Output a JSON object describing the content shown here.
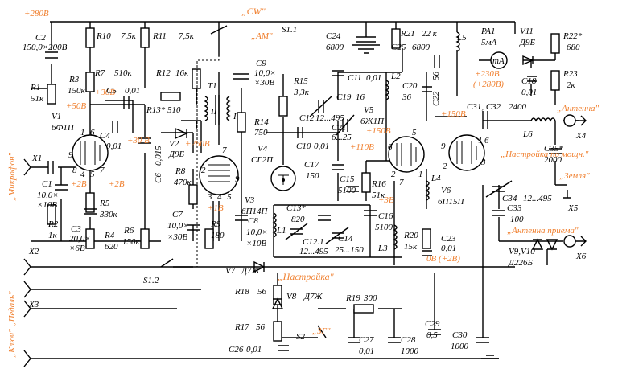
{
  "colors": {
    "ink": "#000000",
    "voltage": "#f08030",
    "background": "#ffffff"
  },
  "voltages": {
    "rail_280": "+280В",
    "v_50": "+50В",
    "v_30": "+30В",
    "v_30b": "+30 В",
    "v_260": "+260В",
    "v_2a": "+2В",
    "v_2b": "+2В",
    "v_1": "+1В",
    "v_110": "+110В",
    "v_150a": "+150В",
    "v_150b": "+150В",
    "v_230": "+230В",
    "v_280b": "(+280В)",
    "v_3": "+3В",
    "v_0": "0В (+2В)"
  },
  "switch_labels": {
    "cw": "„CW\"",
    "am": "„AM\"",
    "tuning": "„Настройка\"",
    "zg": "„ЗГ\"",
    "antenna": "„Антенна\"",
    "tuning_power": "„Настройка по мощн.\"",
    "ground": "„Земля\"",
    "antenna_rx": "„Антенна приема\"",
    "microphone": "„Микрофон\"",
    "key_pedal": "„Ключ\" „Педаль\""
  },
  "components": {
    "C2": "C2",
    "C2v": "150,0×200В",
    "R10": "R10",
    "R10v": "7,5к",
    "R11": "R11",
    "R11v": "7,5к",
    "S11": "S1.1",
    "C24": "C24",
    "C24v": "6800",
    "R21": "R21",
    "R21v": "22 к",
    "C25": "C25",
    "C25v": "6800",
    "L5": "L5",
    "PA1": "PA1",
    "PA1v": "5мА",
    "V11": "V11",
    "V11v": "Д9Б",
    "R22": "R22*",
    "R22v": "680",
    "R23": "R23",
    "R23v": "2к",
    "C18": "C18",
    "C18v": "0,01",
    "R1": "R1",
    "R1v": "51к",
    "R3": "R3",
    "R3v": "150к",
    "R7": "R7",
    "R7v": "510к",
    "C5": "C5",
    "C5v": "0,01",
    "R12": "R12",
    "R12v": "16к",
    "C9": "C9",
    "C9v": "10,0×",
    "C9v2": "×30В",
    "R15": "R15",
    "R15v": "3,3к",
    "C11": "C11",
    "C11v": "0,01",
    "L2": "L2",
    "C20": "C20",
    "C20v": "36",
    "C22": "C22",
    "C22v": "56",
    "C31": "C31, C32",
    "C31v": "2400",
    "V1": "V1",
    "V1v": "6Ф1П",
    "R13": "R13*",
    "R13v": "510",
    "T1": "T1",
    "R14": "R14",
    "R14v": "750",
    "C12": "C12",
    "C12v": "12...495",
    "C19": "C19",
    "C19v": "16",
    "C21": "C21",
    "C21v": "6...25",
    "V5": "V5",
    "V5v": "6Ж1П",
    "L6": "L6",
    "X4": "X4",
    "C4": "C4",
    "C4v": "0,01",
    "V2": "V2",
    "V2v": "Д9Б",
    "C6": "C6",
    "C6v": "0,015",
    "V4": "V4",
    "V4v": "СГ2П",
    "C10": "C10",
    "C10v": "0,01",
    "C35": "C35*",
    "C35v": "2000",
    "X1": "X1",
    "C1": "C1",
    "C1v": "10,0×",
    "C1v2": "×10В",
    "R8": "R8",
    "R8v": "470к",
    "C17": "C17",
    "C17v": "150",
    "C15": "C15",
    "C15v": "5100",
    "R16": "R16",
    "R16v": "51к",
    "V6": "V6",
    "V6v": "6П15П",
    "L4": "L4",
    "C34": "C34",
    "C34v": "12...495",
    "X5": "X5",
    "V3": "V3",
    "V3v": "6П14П",
    "R5": "R5",
    "R5v": "330к",
    "C13": "C13*",
    "C13v": "820",
    "C33": "C33",
    "C33v": "100",
    "R2": "R2",
    "R2v": "1к",
    "C3": "C3",
    "C3v": "20,0×",
    "C3v2": "×6В",
    "R4": "R4",
    "R4v": "620",
    "R6": "R6",
    "R6v": "150к",
    "C7": "C7",
    "C7v": "10,0×",
    "C7v2": "×30В",
    "R9": "R9",
    "R9v": "180",
    "C8": "C8",
    "C8v": "10,0×",
    "C8v2": "×10В",
    "L1": "L1",
    "C12b": "C12.1",
    "C12bv": "12...495",
    "C14": "C14",
    "C14v": "25...150",
    "C16": "C16",
    "C16v": "5100",
    "L3": "L3",
    "R20": "R20",
    "R20v": "15к",
    "C23": "C23",
    "C23v": "0,01",
    "X6": "X6",
    "V910": "V9,V10",
    "V910v": "Д226Б",
    "X2": "X2",
    "S12": "S1.2",
    "V7": "V7",
    "V7v": "Д7Ж",
    "R18": "R18",
    "R18v": "56",
    "V8": "V8",
    "V8v": "Д7Ж",
    "R19": "R19",
    "R19v": "300",
    "X3": "X3",
    "R17": "R17",
    "R17v": "56",
    "S2": "S2",
    "C26": "C26",
    "C26v": "0,01",
    "C27": "C27",
    "C27v": "0,01",
    "C28": "C28",
    "C28v": "1000",
    "C29": "C29",
    "C29v": "0,5",
    "C30": "C30",
    "C30v": "1000",
    "coilI": "I",
    "coilII": "II"
  },
  "pins": {
    "p1": "1",
    "p2": "2",
    "p3": "3",
    "p4": "4",
    "p5": "5",
    "p6": "6",
    "p7": "7",
    "p8": "8",
    "p9": "9"
  }
}
